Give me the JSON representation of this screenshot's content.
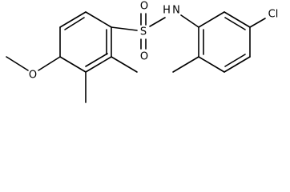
{
  "structure": {
    "atom_labels": {
      "sulfur": "S",
      "sulfonyl_oxygen_top": "O",
      "sulfonyl_oxygen_bottom": "O",
      "nitrogen": "N",
      "amine_hydrogen": "H",
      "chlorine": "Cl",
      "methoxy_oxygen": "O"
    }
  }
}
